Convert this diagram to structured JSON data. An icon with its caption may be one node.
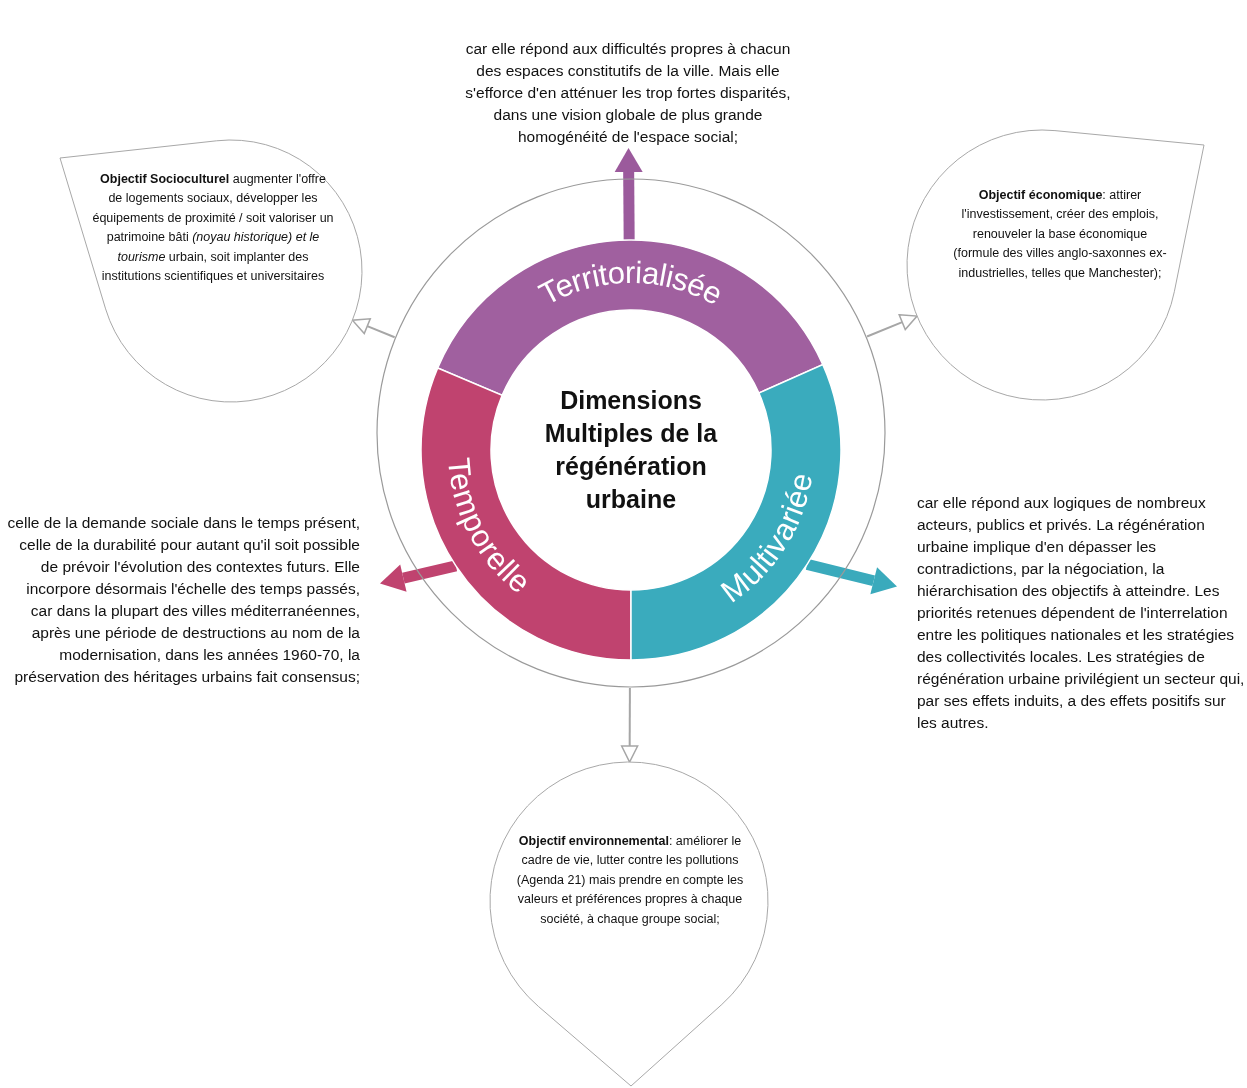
{
  "diagram": {
    "nodes": [
      {
        "text": [],
        "shape": "circle"
      },
      {
        "text": [
          "Territorialisée"
        ],
        "in": 0
      },
      {
        "text": [
          "Temporelle"
        ],
        "in": 0
      },
      {
        "text": [
          "Multivariée"
        ],
        "in": 0
      },
      {
        "text": [
          "Dimensions Multiples de la régénération urbaine"
        ],
        "in": 0
      },
      {
        "text": [
          "car elle répond aux difficultés propres à chacun des espaces constitutifs de la ville. Mais elle s'efforce d'en atténuer les trop fortes disparités, dans une vision globale de plus grande homogénéité de l'espace social;"
        ]
      },
      {
        "text": [
          "**Objectif Socioculturel** augmenter l'offre de logements sociaux, développer les équipements de proximité / soit valoriser un patrimoine bâti *(noyau historique) et le tourisme* urbain, soit implanter des institutions scientifiques et universitaires"
        ]
      },
      {
        "text": [
          "**Objectif économique**: attirer l'investissement, créer des emplois, renouveler la base économique (formule des villes anglo-saxonnes ex-industrielles, telles que Manchester);"
        ]
      },
      {
        "text": [
          "celle de la demande sociale dans le temps présent, celle de la durabilité pour autant qu'il soit possible de prévoir l'évolution des contextes futurs. Elle incorpore désormais l'échelle des temps passés, car dans la plupart des villes méditerranéennes, après une période de destructions au nom de la modernisation, dans les années 1960-70, la préservation des héritages urbains fait consensus;"
        ]
      },
      {
        "text": [
          "car elle répond aux logiques de nombreux acteurs, publics et privés. La régénération urbaine implique d'en dépasser les contradictions, par la négociation, la hiérarchisation des objectifs à atteindre. Les priorités retenues dépendent de l'interrelation entre les politiques nationales et les stratégies des collectivités locales. Les stratégies de régénération urbaine privilégient un secteur qui, par ses effets induits, a des effets positifs sur les autres."
        ]
      },
      {
        "text": [
          "**Objectif environnemental**: améliorer le cadre de vie, lutter contre les pollutions (Agenda 21) mais prendre en compte les valeurs et préférences propres à chaque société, à chaque groupe social;"
        ]
      }
    ],
    "edges": [
      {
        "from": 1,
        "to": 5,
        "arrow": "to",
        "style": "thick",
        "color": "#9b5a9c"
      },
      {
        "from": 2,
        "to": 8,
        "arrow": "to",
        "style": "thick",
        "color": "#c0436f"
      },
      {
        "from": 3,
        "to": 9,
        "arrow": "to",
        "style": "thick",
        "color": "#3aaabc"
      },
      {
        "from": 0,
        "to": 6,
        "arrow": "to",
        "color": "#a6a6a6"
      },
      {
        "from": 0,
        "to": 7,
        "arrow": "to",
        "color": "#a6a6a6"
      },
      {
        "from": 0,
        "to": 10,
        "arrow": "to",
        "color": "#a6a6a6"
      }
    ]
  }
}
